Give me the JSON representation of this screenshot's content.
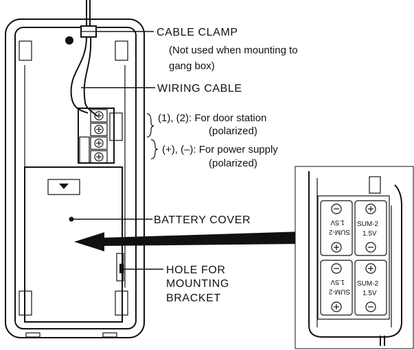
{
  "labels": {
    "cable_clamp": "CABLE CLAMP",
    "cable_clamp_note_1": "(Not used when mounting to",
    "cable_clamp_note_2": "gang box)",
    "wiring_cable": "WIRING CABLE",
    "door_station_1": "(1), (2): For door station",
    "door_station_2": "(polarized)",
    "power_supply_1": "(+), (–): For power supply",
    "power_supply_2": "(polarized)",
    "battery_cover": "BATTERY COVER",
    "hole_1": "HOLE FOR",
    "hole_2": "MOUNTING",
    "hole_3": "BRACKET"
  },
  "battery_cells": {
    "model": "SUM-2",
    "voltage": "1.5V"
  }
}
